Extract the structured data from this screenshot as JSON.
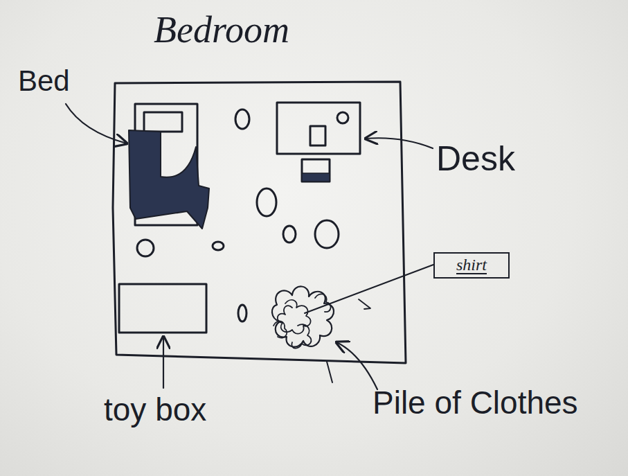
{
  "diagram": {
    "title": "Bedroom",
    "nodes": [
      {
        "text": [
          "shirt"
        ]
      }
    ],
    "labels": [
      "Bed",
      "Desk",
      "toy box",
      "Pile of Clothes"
    ]
  }
}
